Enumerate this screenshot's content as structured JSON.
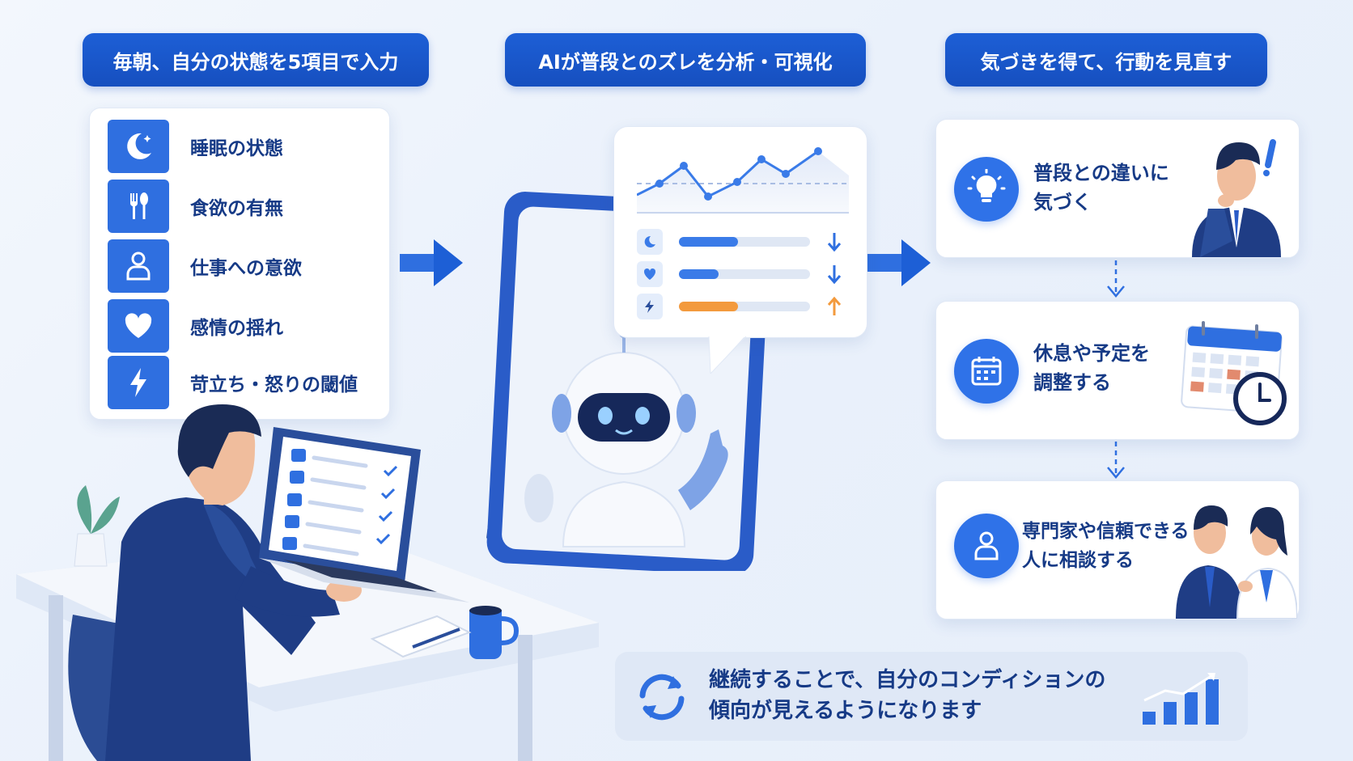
{
  "steps": {
    "step1": "毎朝、自分の状態を5項目で入力",
    "step2": "AIが普段とのズレを分析・可視化",
    "step3": "気づきを得て、行動を見直す"
  },
  "inputs": [
    {
      "label": "睡眠の状態",
      "icon": "moon-icon"
    },
    {
      "label": "食欲の有無",
      "icon": "fork-spoon-icon"
    },
    {
      "label": "仕事への意欲",
      "icon": "person-icon"
    },
    {
      "label": "感情の揺れ",
      "icon": "heart-icon"
    },
    {
      "label": "苛立ち・怒りの閾値",
      "icon": "lightning-icon"
    }
  ],
  "analysis": {
    "bars": [
      {
        "icon": "moon-icon",
        "level": 0.45,
        "color": "#3a7be8",
        "trend": "down"
      },
      {
        "icon": "heart-icon",
        "level": 0.3,
        "color": "#3a7be8",
        "trend": "down"
      },
      {
        "icon": "lightning-icon",
        "level": 0.45,
        "color": "#f39a3d",
        "trend": "up"
      }
    ],
    "colors": {
      "up": "#f39a3d",
      "down": "#2f6fe0"
    }
  },
  "actions": [
    {
      "line1": "普段との違いに",
      "line2": "気づく",
      "icon": "lightbulb-icon"
    },
    {
      "line1": "休息や予定を",
      "line2": "調整する",
      "icon": "calendar-icon"
    },
    {
      "line1": "専門家や信頼できる",
      "line2": "人に相談する",
      "icon": "person-icon"
    }
  ],
  "footer": {
    "line1": "継続することで、自分のコンディションの",
    "line2": "傾向が見えるようになります"
  },
  "colors": {
    "primary": "#1d5fd6",
    "accent": "#2f6fe0",
    "orange": "#f39a3d",
    "navy": "#163a86"
  }
}
